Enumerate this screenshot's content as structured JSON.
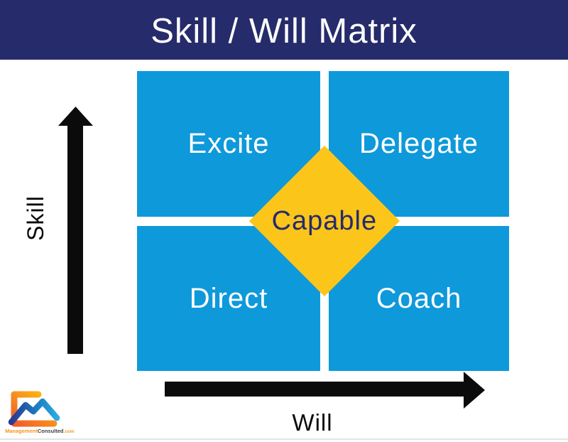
{
  "header": {
    "title": "Skill / Will Matrix"
  },
  "axes": {
    "y": "Skill",
    "x": "Will"
  },
  "quadrants": {
    "top_left": "Excite",
    "top_right": "Delegate",
    "bottom_left": "Direct",
    "bottom_right": "Coach"
  },
  "center_label": "Capable",
  "logo": {
    "brand_bold": "Management",
    "brand_regular": "Consulted",
    "tld": ".com"
  },
  "colors": {
    "header_navy": "#262B6B",
    "quadrant_blue": "#0E99DA",
    "diamond_yellow": "#FBC51A",
    "diamond_text_navy": "#262B6B",
    "arrow_black": "#0B0B0B",
    "logo_orange": "#F7941E",
    "logo_blue": "#29ABE2",
    "logo_text_gray": "#414042"
  }
}
